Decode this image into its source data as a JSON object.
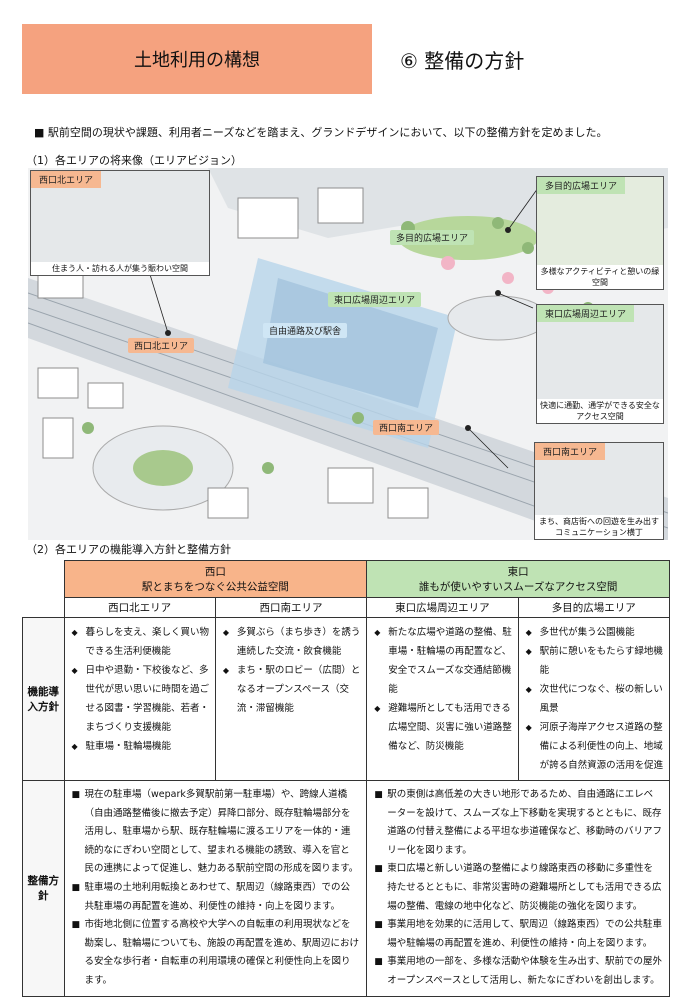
{
  "header": {
    "title": "土地利用の構想",
    "section": "⑥ 整備の方針"
  },
  "lead": "■ 駅前空間の現状や課題、利用者ニーズなどを踏まえ、グランドデザインにおいて、以下の整備方針を定めました。",
  "vision_heading": "（1）各エリアの将来像（エリアビジョン）",
  "illustration": {
    "labels": {
      "nw_main": "西口北エリア",
      "multi_main": "多目的広場エリア",
      "east_main": "東口広場周辺エリア",
      "passage": "自由通路及び駅舎",
      "sw_main": "西口南エリア"
    },
    "photos": {
      "nw": {
        "tag": "西口北エリア",
        "caption": "住まう人・訪れる人が集う賑わい空間"
      },
      "multi": {
        "tag": "多目的広場エリア",
        "caption": "多様なアクティビティと憩いの緑空間"
      },
      "east": {
        "tag": "東口広場周辺エリア",
        "caption": "快適に通勤、通学ができる安全なアクセス空間"
      },
      "sw": {
        "tag": "西口南エリア",
        "caption": "まち、商店街への回遊を生み出すコミュニケーション横丁"
      }
    }
  },
  "policy_heading": "（2）各エリアの機能導入方針と整備方針",
  "table": {
    "west": {
      "name": "西口",
      "theme": "駅とまちをつなぐ公共公益空間"
    },
    "east": {
      "name": "東口",
      "theme": "誰もが使いやすいスムーズなアクセス空間"
    },
    "areas": [
      "西口北エリア",
      "西口南エリア",
      "東口広場周辺エリア",
      "多目的広場エリア"
    ],
    "row1_label": "機能導入方針",
    "row2_label": "整備方針",
    "functions": [
      [
        "暮らしを支え、楽しく買い物できる生活利便機能",
        "日中や退勤・下校後など、多世代が思い思いに時間を過ごせる図書・学習機能、若者・まちづくり支援機能",
        "駐車場・駐輪場機能"
      ],
      [
        "多賀ぶら（まち歩き）を誘う連続した交流・飲食機能",
        "まち・駅のロビー（広間）となるオープンスペース（交流・滞留機能"
      ],
      [
        "新たな広場や道路の整備、駐車場・駐輪場の再配置など、安全でスムーズな交通結節機能",
        "避難場所としても活用できる広場空間、災害に強い道路整備など、防災機能"
      ],
      [
        "多世代が集う公園機能",
        "駅前に憩いをもたらす緑地機能",
        "次世代につなぐ、桜の新しい風景",
        "河原子海岸アクセス道路の整備による利便性の向上、地域が誇る自然資源の活用を促進"
      ]
    ],
    "west_policy": [
      "現在の駐車場（wepark多賀駅前第一駐車場）や、跨線人道橋（自由通路整備後に撤去予定）昇降口部分、既存駐輪場部分を活用し、駐車場から駅、既存駐輪場に渡るエリアを一体的・連続的なにぎわい空間として、望まれる機能の誘致、導入を官と民の連携によって促進し、魅力ある駅前空間の形成を図ります。",
      "駐車場の土地利用転換とあわせて、駅周辺（線路東西）での公共駐車場の再配置を進め、利便性の維持・向上を図ります。",
      "市街地北側に位置する高校や大学への自転車の利用現状などを勘案し、駐輪場についても、施設の再配置を進め、駅周辺における安全な歩行者・自転車の利用環境の確保と利便性向上を図ります。"
    ],
    "east_policy": [
      "駅の東側は高低差の大きい地形であるため、自由通路にエレベーターを設けて、スムーズな上下移動を実現するとともに、既存道路の付替え整備による平坦な歩道確保など、移動時のバリアフリー化を図ります。",
      "東口広場と新しい道路の整備により線路東西の移動に多重性を持たせるとともに、非常災害時の避難場所としても活用できる広場の整備、電線の地中化など、防災機能の強化を図ります。",
      "事業用地を効果的に活用して、駅周辺（線路東西）での公共駐車場や駐輪場の再配置を進め、利便性の維持・向上を図ります。",
      "事業用地の一部を、多様な活動や体験を生み出す、駅前での屋外オープンスペースとして活用し、新たなにぎわいを創出します。"
    ]
  },
  "colors": {
    "title_bg": "#f5a27f",
    "west": "#f8b48a",
    "east": "#bfe3b4"
  }
}
